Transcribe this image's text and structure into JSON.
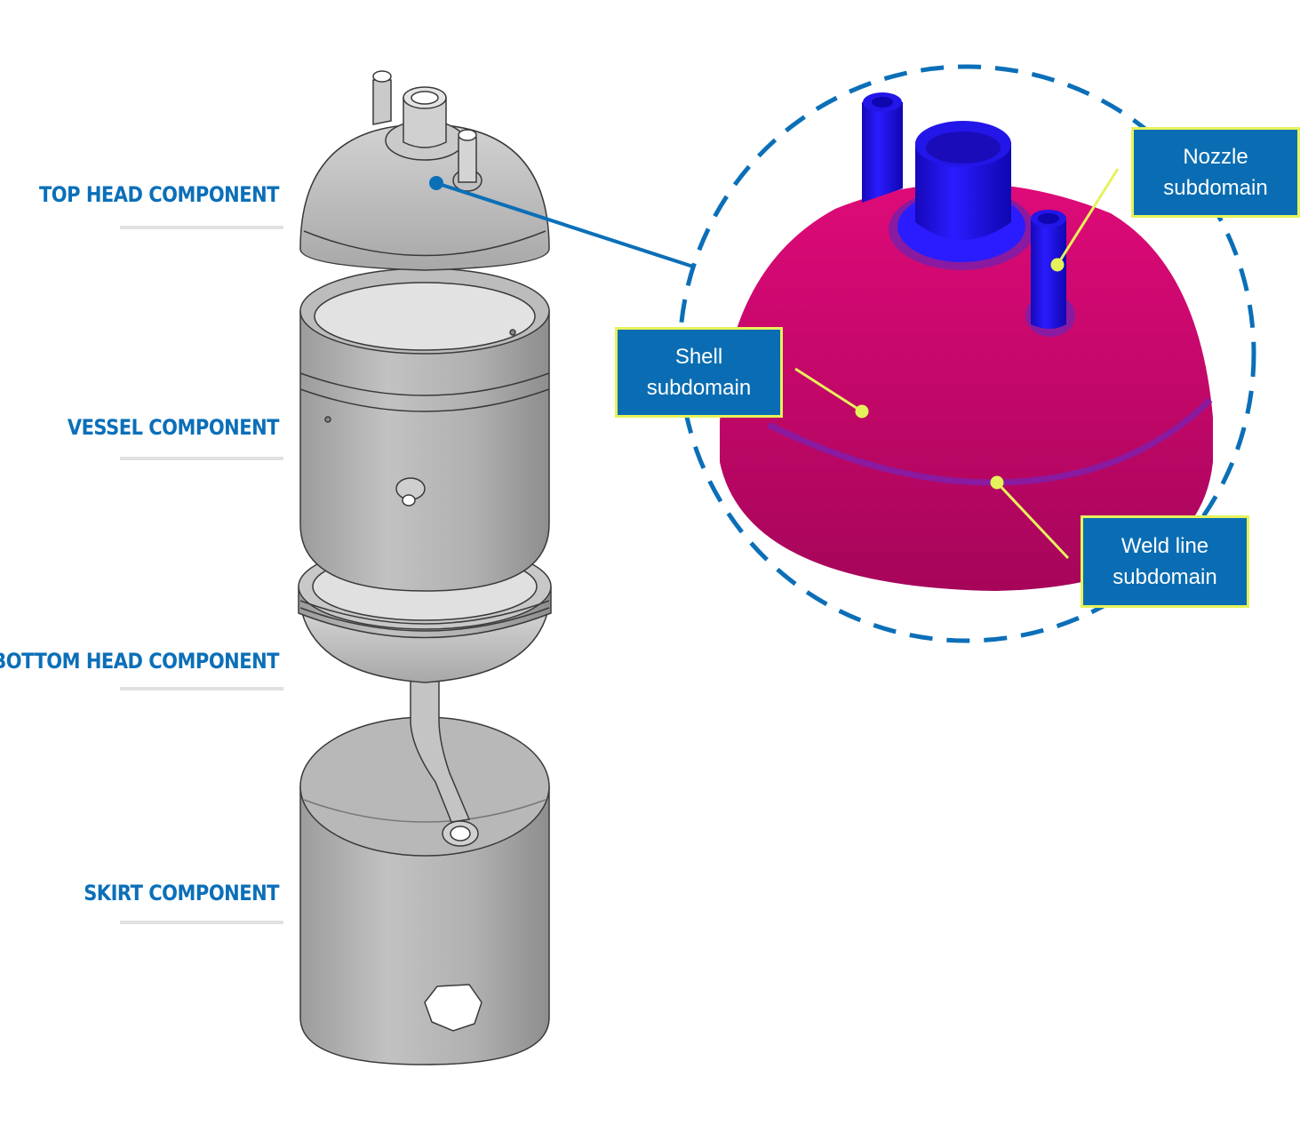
{
  "components": [
    {
      "id": "top-head",
      "label": "TOP HEAD COMPONENT"
    },
    {
      "id": "vessel",
      "label": "VESSEL COMPONENT"
    },
    {
      "id": "bottom-head",
      "label": "BOTTOM HEAD COMPONENT"
    },
    {
      "id": "skirt",
      "label": "SKIRT COMPONENT"
    }
  ],
  "subdomains": [
    {
      "id": "nozzle",
      "line1": "Nozzle",
      "line2": "subdomain"
    },
    {
      "id": "shell",
      "line1": "Shell",
      "line2": "subdomain"
    },
    {
      "id": "weld",
      "line1": "Weld line",
      "line2": "subdomain"
    }
  ],
  "colors": {
    "label_text": "#0b6fb8",
    "callout_fill": "#0a6db3",
    "callout_border": "#e6f25a",
    "shell": "#c8086a",
    "nozzle": "#1a10e0",
    "weld": "#8a1aa0",
    "vessel_grey": "#b4b4b4"
  }
}
